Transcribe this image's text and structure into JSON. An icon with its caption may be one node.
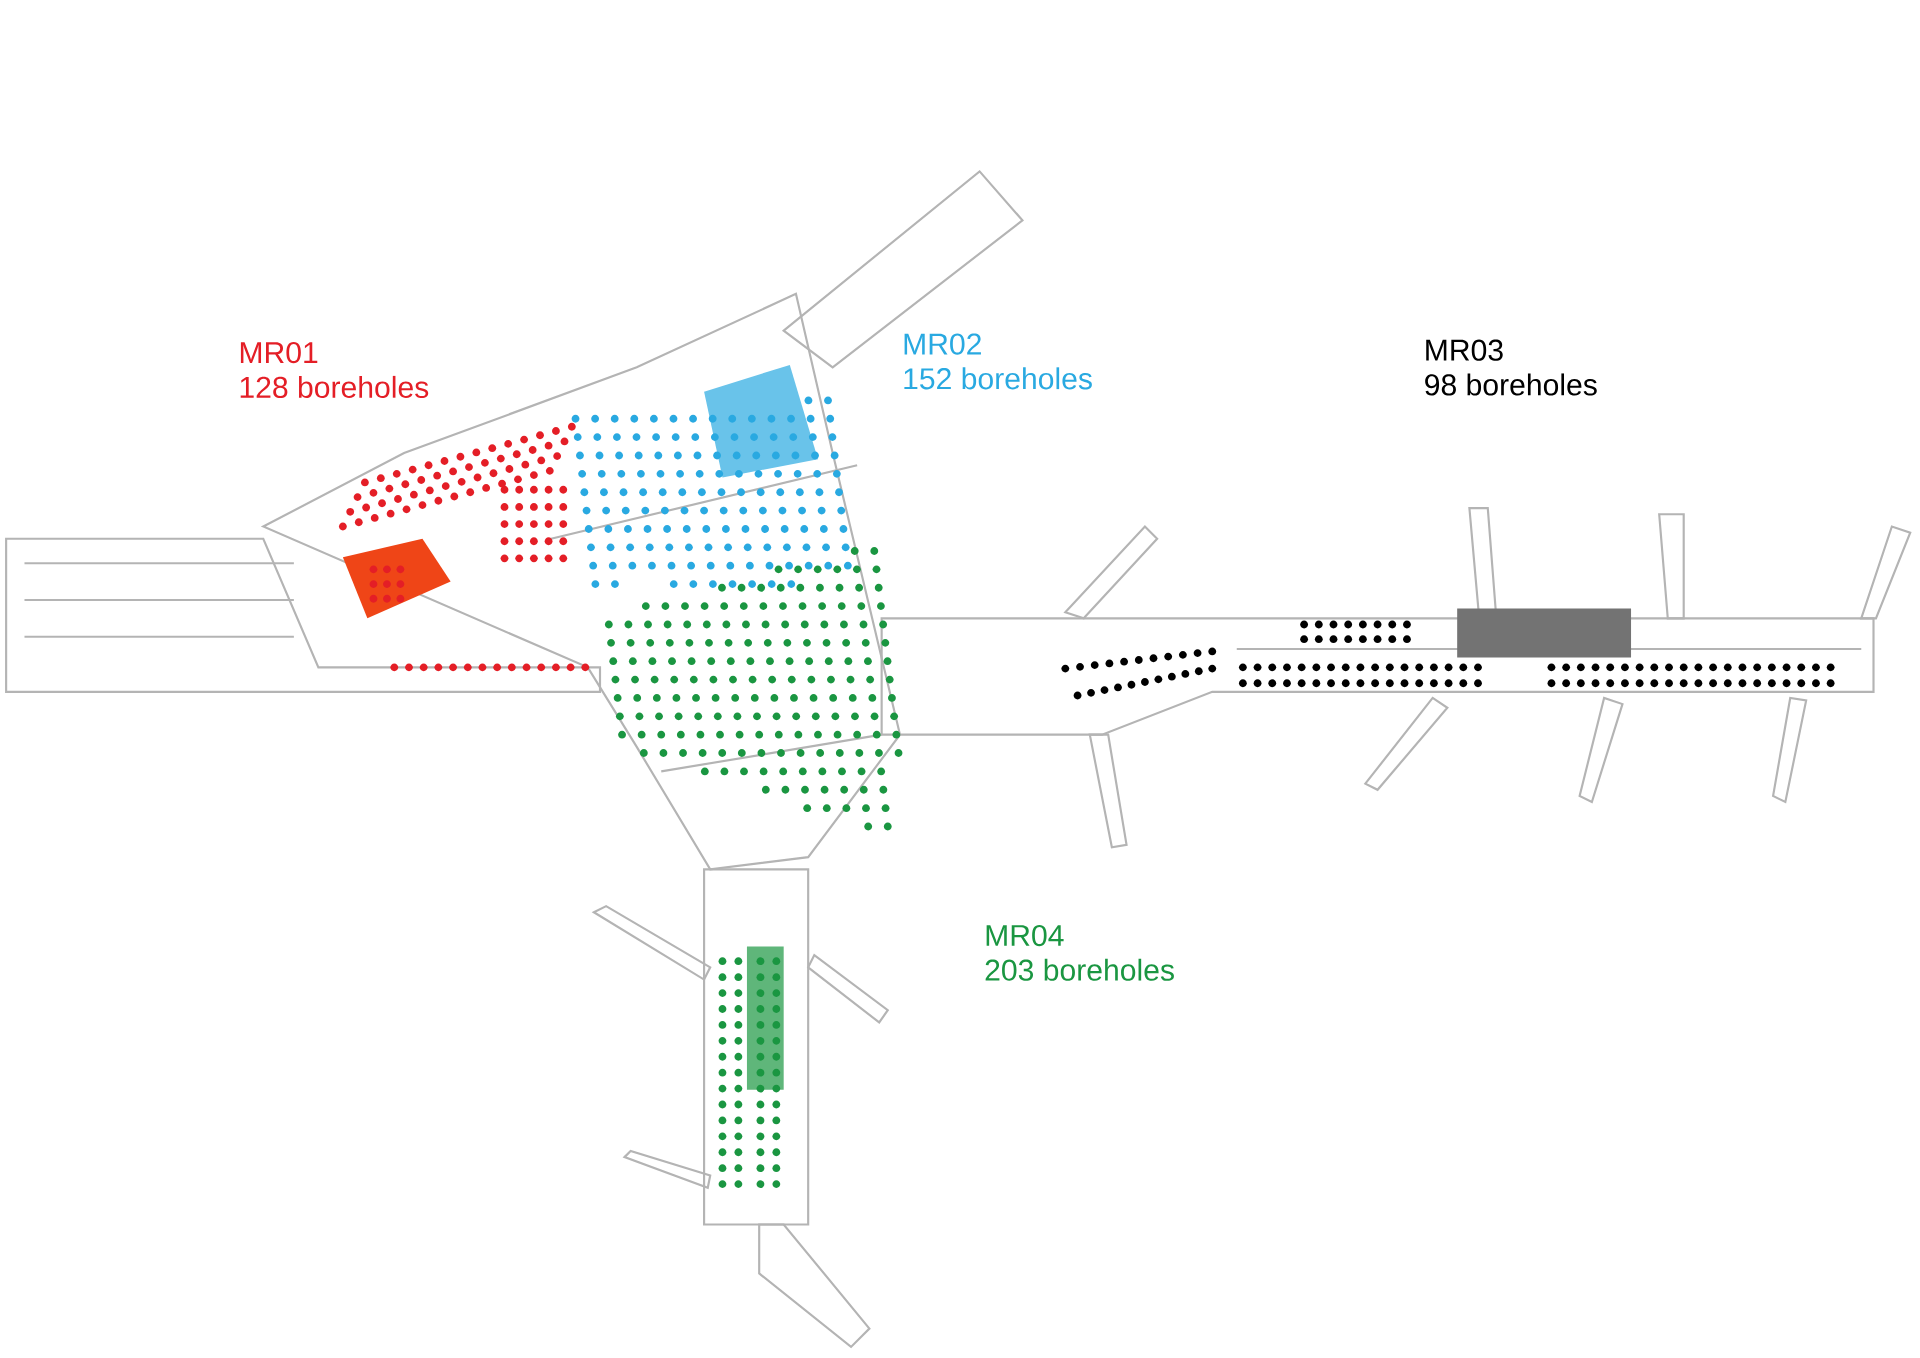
{
  "diagram": {
    "labels": [
      "MR01",
      "128 boreholes",
      "MR02",
      "152 boreholes",
      "MR03",
      "98 boreholes",
      "MR04",
      "203 boreholes"
    ]
  }
}
